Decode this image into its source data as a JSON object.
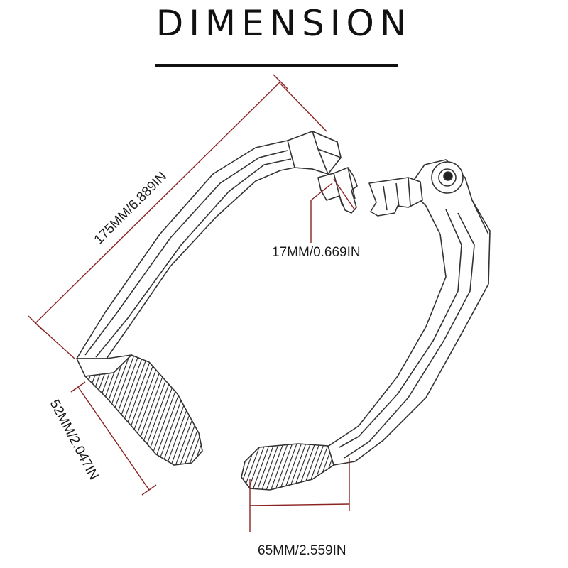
{
  "title": "DIMENSION",
  "dimensions": {
    "length": "175MM/6.889IN",
    "shaft": "17MM/0.669IN",
    "grip_height": "52MM/2.047IN",
    "grip_length": "65MM/2.559IN"
  },
  "colors": {
    "dimension_line": "#8b2323",
    "outline": "#333333",
    "text": "#111111"
  }
}
